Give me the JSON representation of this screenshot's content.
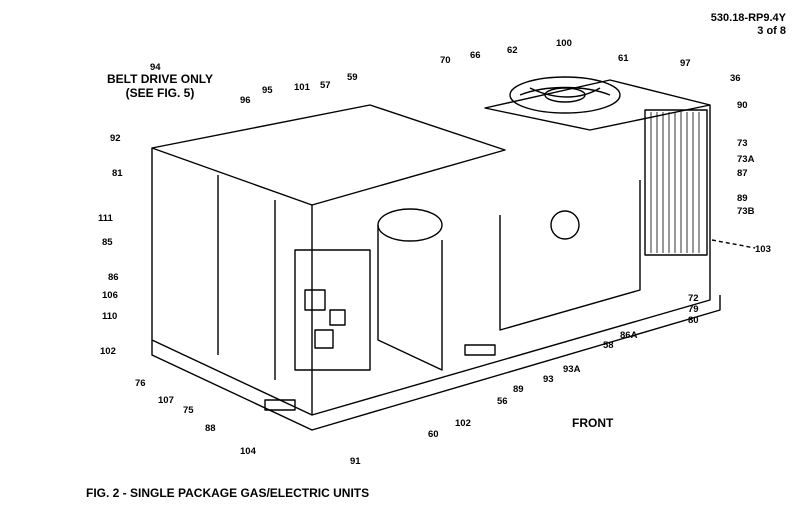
{
  "header": {
    "doc_code": "530.18-RP9.4Y",
    "page": "3 of 8"
  },
  "note": {
    "line1": "BELT DRIVE ONLY",
    "line2": "(SEE FIG. 5)"
  },
  "front_label": "FRONT",
  "caption": "FIG. 2 - SINGLE PACKAGE GAS/ELECTRIC UNITS",
  "callouts": [
    "94",
    "96",
    "95",
    "101",
    "57",
    "59",
    "70",
    "66",
    "62",
    "100",
    "61",
    "97",
    "36",
    "90",
    "92",
    "81",
    "111",
    "85",
    "86",
    "106",
    "110",
    "102",
    "76",
    "107",
    "75",
    "88",
    "104",
    "91",
    "60",
    "102",
    "56",
    "89",
    "93",
    "93A",
    "58",
    "86A",
    "72",
    "79",
    "80",
    "73",
    "73A",
    "87",
    "89",
    "73B",
    "103"
  ]
}
